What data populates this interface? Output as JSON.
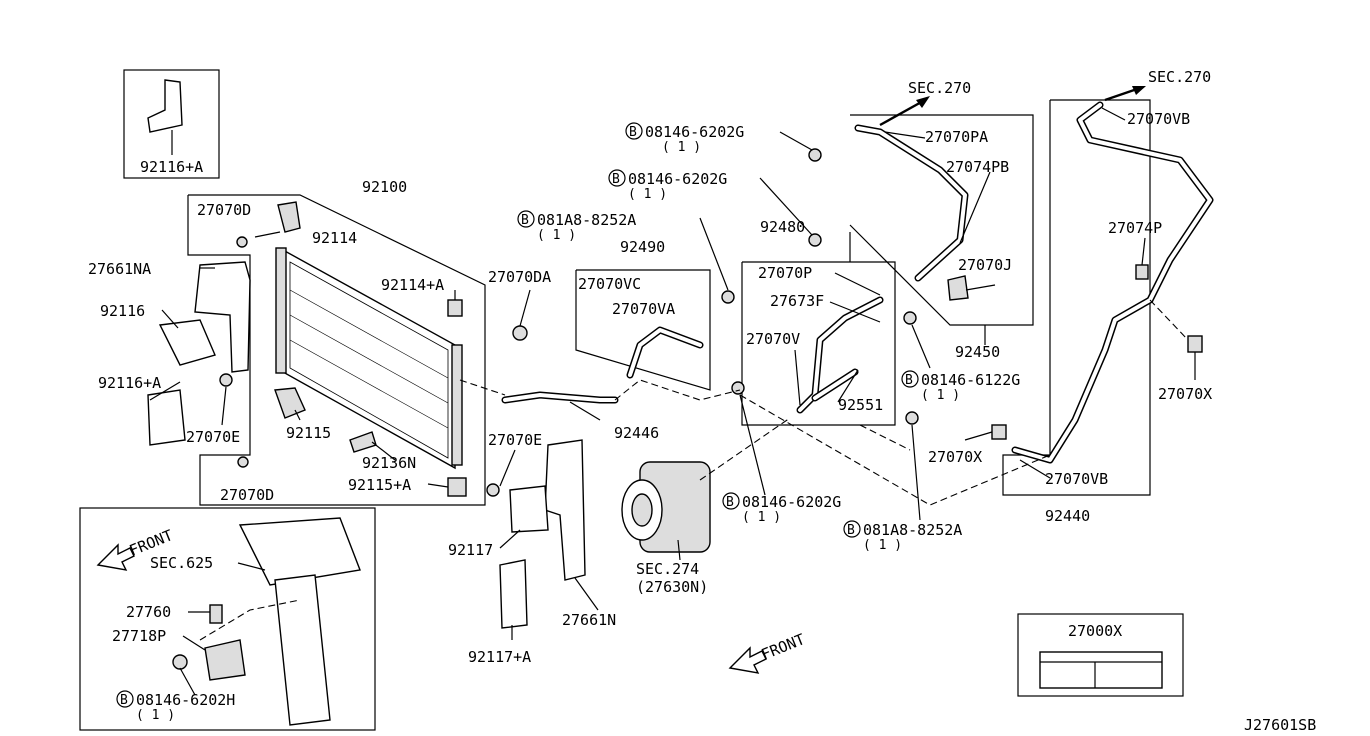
{
  "diagram_id": "J27601SB",
  "section_refs": {
    "sec270_a": "SEC.270",
    "sec270_b": "SEC.270",
    "sec625": "SEC.625",
    "sec274": "SEC.274",
    "sec274_sub": "(27630N)"
  },
  "front_labels": {
    "inset": "FRONT",
    "main": "FRONT"
  },
  "bolt_symbol": "B",
  "parts": {
    "p92116A_top": "92116+A",
    "p92100": "92100",
    "p27070D_top": "27070D",
    "p92114": "92114",
    "p27661NA": "27661NA",
    "p92116": "92116",
    "p92116A_mid": "92116+A",
    "p27070E_left": "27070E",
    "p92115": "92115",
    "p92114A": "92114+A",
    "p92136N": "92136N",
    "p92115A": "92115+A",
    "p27070D_bottom": "27070D",
    "p27070DA": "27070DA",
    "p92490": "92490",
    "p27070VC": "27070VC",
    "p27070VA": "27070VA",
    "p92446": "92446",
    "p27070E_mid": "27070E",
    "p92117": "92117",
    "p92117A": "92117+A",
    "p27661N": "27661N",
    "p92480": "92480",
    "p27070P": "27070P",
    "p27673F": "27673F",
    "p27070V": "27070V",
    "p92551": "92551",
    "p27070PA": "27070PA",
    "p27074PB": "27074PB",
    "p27070J": "27070J",
    "p92450": "92450",
    "p27070VB_top": "27070VB",
    "p27074P": "27074P",
    "p27070X_right": "27070X",
    "p27070X_mid": "27070X",
    "p27070VB_bottom": "27070VB",
    "p92440": "92440",
    "p27760": "27760",
    "p27718P": "27718P",
    "p27000X": "27000X"
  },
  "bolts": {
    "b1": {
      "code": "08146-6202G",
      "qty": "( 1 )"
    },
    "b2": {
      "code": "08146-6202G",
      "qty": "( 1 )"
    },
    "b3": {
      "code": "081A8-8252A",
      "qty": "( 1 )"
    },
    "b4": {
      "code": "08146-6122G",
      "qty": "( 1 )"
    },
    "b5": {
      "code": "08146-6202G",
      "qty": "( 1 )"
    },
    "b6": {
      "code": "081A8-8252A",
      "qty": "( 1 )"
    },
    "b7": {
      "code": "08146-6202H",
      "qty": "( 1 )"
    }
  }
}
